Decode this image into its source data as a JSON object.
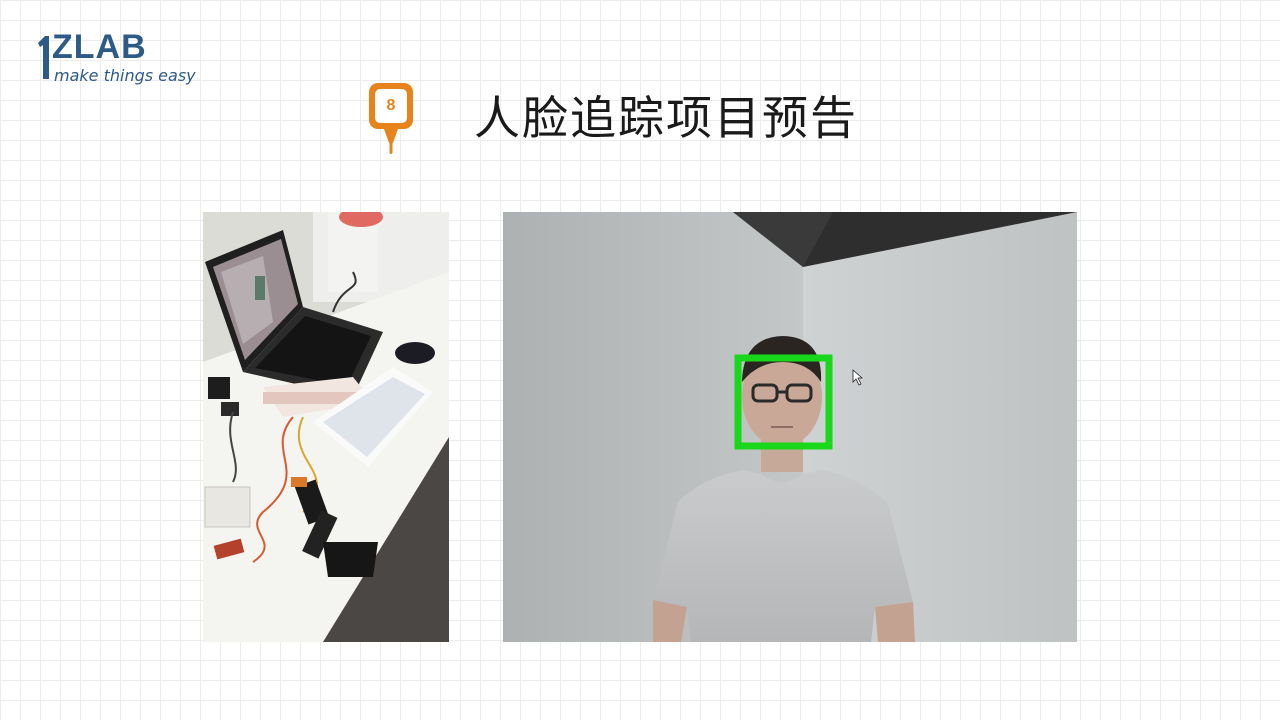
{
  "logo": {
    "brand": "ZLAB",
    "tagline": "make things easy"
  },
  "badge": {
    "number": "8"
  },
  "title": "人脸追踪项目预告",
  "colors": {
    "logo_blue": "#2d5a86",
    "badge_orange": "#e8831c",
    "tracking_box": "#19d81b",
    "grid_line": "#ececec"
  },
  "photos": {
    "left_photo": "laptop-with-robot-arm-photo",
    "right_photo": "face-tracking-camera-frame"
  }
}
